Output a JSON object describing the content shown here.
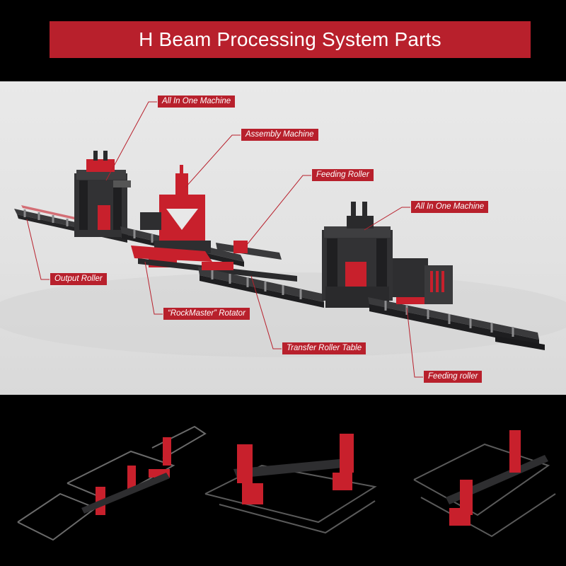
{
  "header": {
    "title": "H Beam Processing System Parts"
  },
  "callouts": {
    "all_in_one_1": "All In One Machine",
    "assembly": "Assembly Machine",
    "feeding_roller_top": "Feeding Roller",
    "all_in_one_2": "All In One Machine",
    "output_roller": "Output Roller",
    "rotator": "“RockMaster” Rotator",
    "transfer": "Transfer Roller Table",
    "feeding_roller_bottom": "Feeding roller"
  },
  "colors": {
    "accent": "#b8202c",
    "machine_red": "#c8202c",
    "machine_dark": "#2e2e30",
    "scene_bg": "#e4e4e4",
    "page_bg": "#000000"
  }
}
